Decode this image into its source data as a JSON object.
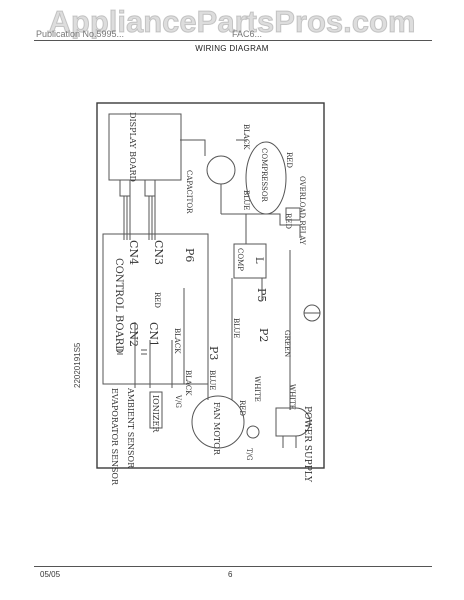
{
  "header": {
    "watermark": "AppliancePartsPros.com",
    "left_text": "Publication No.5995...",
    "right_text": "FAC6...",
    "subtitle": "WIRING DIAGRAM"
  },
  "side_code": "22020191S5",
  "footer": {
    "date": "05/05",
    "page_number": "6"
  },
  "diagram": {
    "display_board": "DISPLAY BOARD",
    "control_board": "CONTROL BOARD",
    "cn4": "CN4",
    "cn3": "CN3",
    "cn2": "CN2",
    "cn1": "CN1",
    "p6": "P6",
    "p5": "P5",
    "p3": "P3",
    "p2": "P2",
    "comp": "COMP",
    "l": "L",
    "capacitor": "CAPACITOR",
    "black_cap": "BLACK",
    "blue_cap": "BLUE",
    "compressor": "COMPRESSOR",
    "red_comp": "RED",
    "overload_relay": "OVERLOAD RELAY",
    "red_overload": "RED",
    "red_cn1": "RED",
    "black_cn1": "BLACK",
    "black_ion": "BLACK",
    "blue_p2": "BLUE",
    "blue_fan": "BLUE",
    "green": "GREEN",
    "white": "WHITE",
    "white2": "WHITE",
    "red_fan": "RED",
    "vg": "V/G",
    "tg": "T/G",
    "evaporator_sensor": "EVAPORATOR SENSOR",
    "ambient_sensor": "AMBIENT SENSOR",
    "ionizer": "IONIZER",
    "fan_motor": "FAN MOTOR",
    "power_supply": "POWER SUPPLY"
  }
}
